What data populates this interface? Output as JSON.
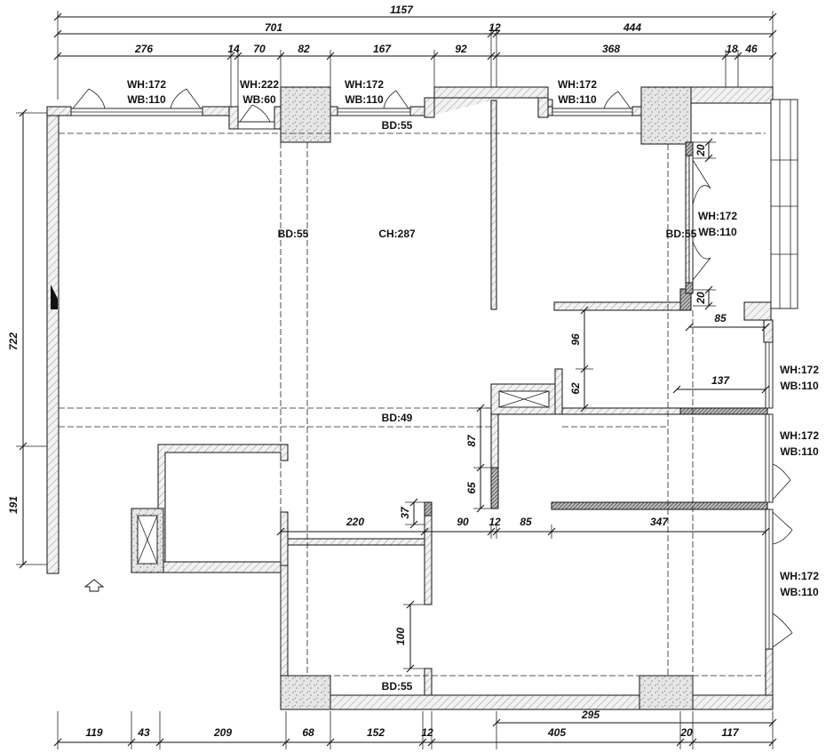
{
  "dimensions": {
    "top_overall": "1157",
    "top_left": "701",
    "top_mid": "12",
    "top_right": "444",
    "top_segments": [
      "276",
      "14",
      "70",
      "82",
      "167",
      "92",
      "368",
      "18",
      "46"
    ],
    "left_upper": "722",
    "left_lower": "191",
    "bottom_segments": [
      "119",
      "43",
      "209",
      "68",
      "152",
      "12",
      "405",
      "20",
      "117"
    ],
    "bottom_upper": "295",
    "interior": {
      "d20a": "20",
      "d20b": "20",
      "d85": "85",
      "d96": "96",
      "d62": "62",
      "d137": "137",
      "d87": "87",
      "d65": "65",
      "d37": "37",
      "d220": "220",
      "d90": "90",
      "d12": "12",
      "d85b": "85",
      "d347": "347",
      "d100": "100"
    }
  },
  "labels": {
    "win1_wh": "WH:172",
    "win1_wb": "WB:110",
    "win2_wh": "WH:222",
    "win2_wb": "WB:60",
    "win3_wh": "WH:172",
    "win3_wb": "WB:110",
    "win4_wh": "WH:172",
    "win4_wb": "WB:110",
    "win5_wh": "WH:172",
    "win5_wb": "WB:110",
    "win6_wh": "WH:172",
    "win6_wb": "WB:110",
    "win7_wh": "WH:172",
    "win7_wb": "WB:110",
    "win8_wh": "WH:172",
    "win8_wb": "WB:110",
    "bd_top": "BD:55",
    "bd_left": "BD:55",
    "bd_right": "BD:55",
    "bd_mid": "BD:49",
    "bd_bottom": "BD:55",
    "ceiling": "CH:287"
  },
  "colors": {
    "line": "#111111",
    "background": "#ffffff"
  },
  "icons": [
    "entrance-arrow-icon",
    "stair-arrow-icon"
  ]
}
